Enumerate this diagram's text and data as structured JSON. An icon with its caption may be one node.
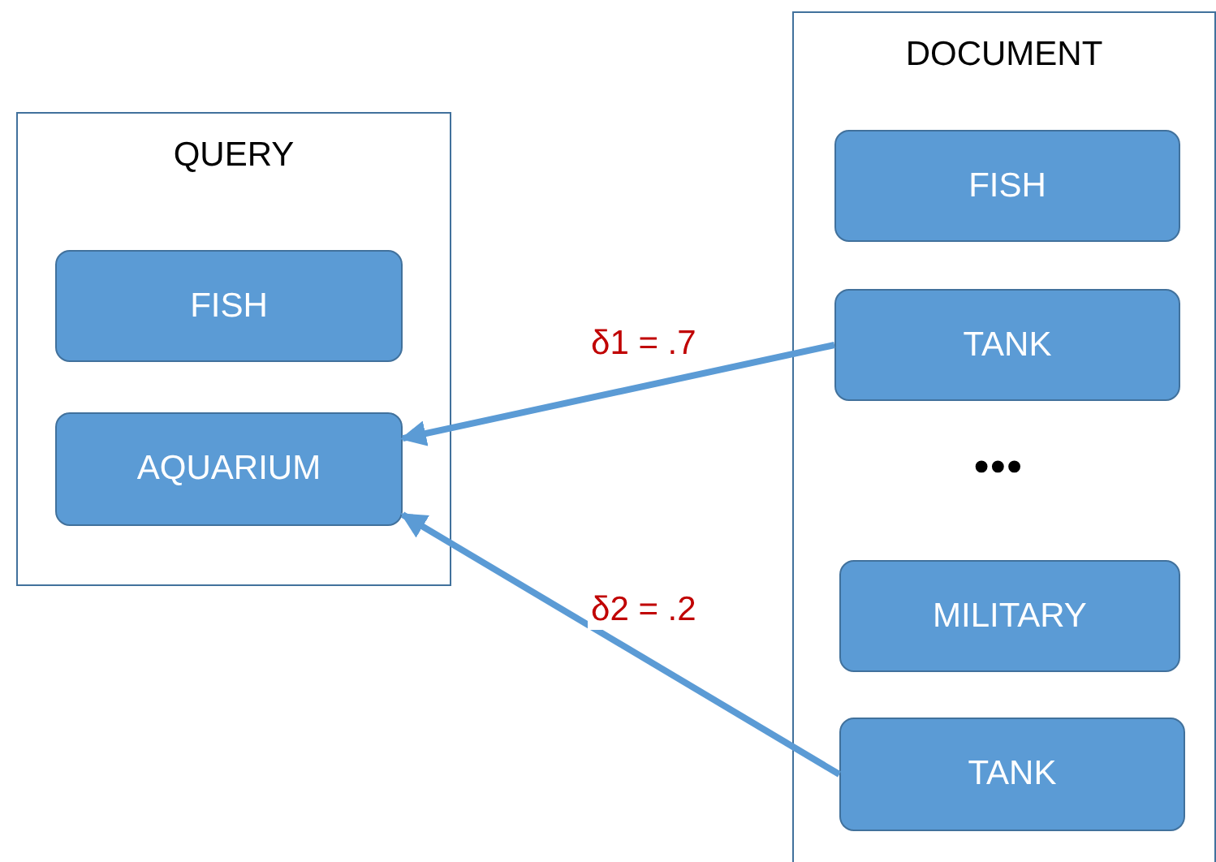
{
  "diagram": {
    "nodes": [
      {
        "text": [
          "QUERY"
        ]
      },
      {
        "text": [
          "FISH"
        ],
        "in": 0
      },
      {
        "text": [
          "AQUARIUM"
        ],
        "in": 0
      },
      {
        "text": [
          "DOCUMENT"
        ]
      },
      {
        "text": [
          "FISH"
        ],
        "in": 3
      },
      {
        "text": [
          "TANK"
        ],
        "in": 3
      },
      {
        "text": [
          "MILITARY"
        ],
        "in": 3
      },
      {
        "text": [
          "TANK"
        ],
        "in": 3
      }
    ],
    "edges": [
      {
        "from": 5,
        "to": 2,
        "arrow": "to",
        "label": "δ1 = .7"
      },
      {
        "from": 7,
        "to": 2,
        "arrow": "to",
        "label": "δ2 = .2"
      }
    ],
    "labels": [
      "•••"
    ]
  }
}
